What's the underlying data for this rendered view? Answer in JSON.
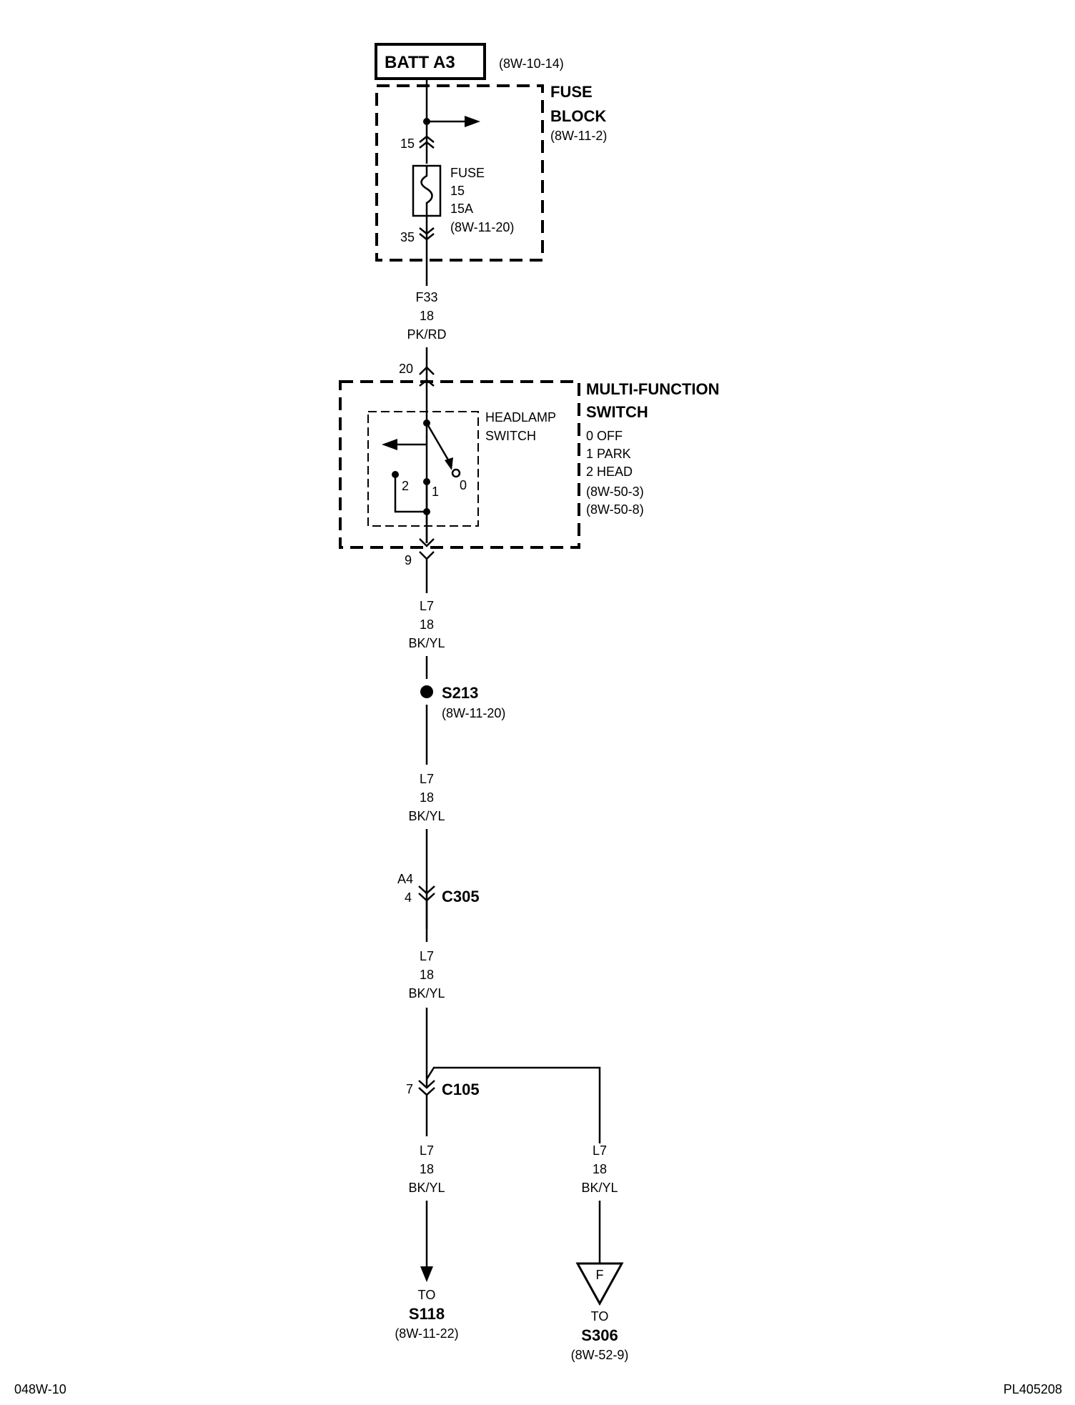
{
  "source": {
    "label": "BATT A3",
    "ref": "(8W-10-14)"
  },
  "fuse_block": {
    "title1": "FUSE",
    "title2": "BLOCK",
    "ref": "(8W-11-2)",
    "pin_in": "15",
    "pin_out": "35",
    "fuse": {
      "name": "FUSE",
      "number": "15",
      "rating": "15A",
      "ref": "(8W-11-20)"
    }
  },
  "wire_f33": {
    "circuit": "F33",
    "gauge": "18",
    "color": "PK/RD"
  },
  "multi_function_switch": {
    "title1": "MULTI-FUNCTION",
    "title2": "SWITCH",
    "positions": [
      "0 OFF",
      "1 PARK",
      "2 HEAD"
    ],
    "refs": [
      "(8W-50-3)",
      "(8W-50-8)"
    ],
    "pin_in": "20",
    "pin_out": "9",
    "headlamp_switch": {
      "label1": "HEADLAMP",
      "label2": "SWITCH",
      "pos0": "0",
      "pos1": "1",
      "pos2": "2"
    }
  },
  "wire_l7_1": {
    "circuit": "L7",
    "gauge": "18",
    "color": "BK/YL"
  },
  "splice_s213": {
    "name": "S213",
    "ref": "(8W-11-20)"
  },
  "wire_l7_2": {
    "circuit": "L7",
    "gauge": "18",
    "color": "BK/YL"
  },
  "connector_c305": {
    "name": "C305",
    "pin_a": "A4",
    "pin_b": "4"
  },
  "wire_l7_3": {
    "circuit": "L7",
    "gauge": "18",
    "color": "BK/YL"
  },
  "connector_c105": {
    "name": "C105",
    "pin": "7"
  },
  "wire_l7_4": {
    "circuit": "L7",
    "gauge": "18",
    "color": "BK/YL"
  },
  "wire_l7_5": {
    "circuit": "L7",
    "gauge": "18",
    "color": "BK/YL"
  },
  "dest_s118": {
    "to": "TO",
    "name": "S118",
    "ref": "(8W-11-22)"
  },
  "dest_s306": {
    "to": "TO",
    "name": "S306",
    "ref": "(8W-52-9)",
    "flag": "F"
  },
  "footer": {
    "left": "048W-10",
    "right": "PL405208"
  }
}
